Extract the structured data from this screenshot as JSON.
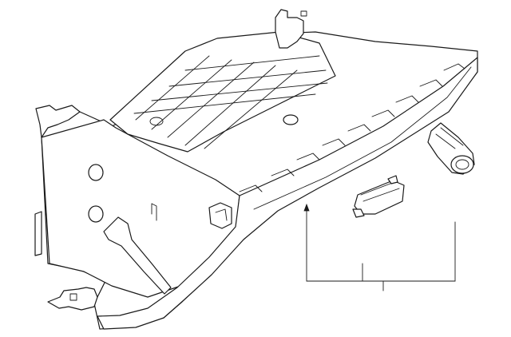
{
  "diagram": {
    "parts": [
      {
        "name": "glove-box-assembly"
      },
      {
        "name": "glove-box-lamp"
      },
      {
        "name": "glove-box-lock-cylinder"
      }
    ],
    "callout_label": ""
  }
}
